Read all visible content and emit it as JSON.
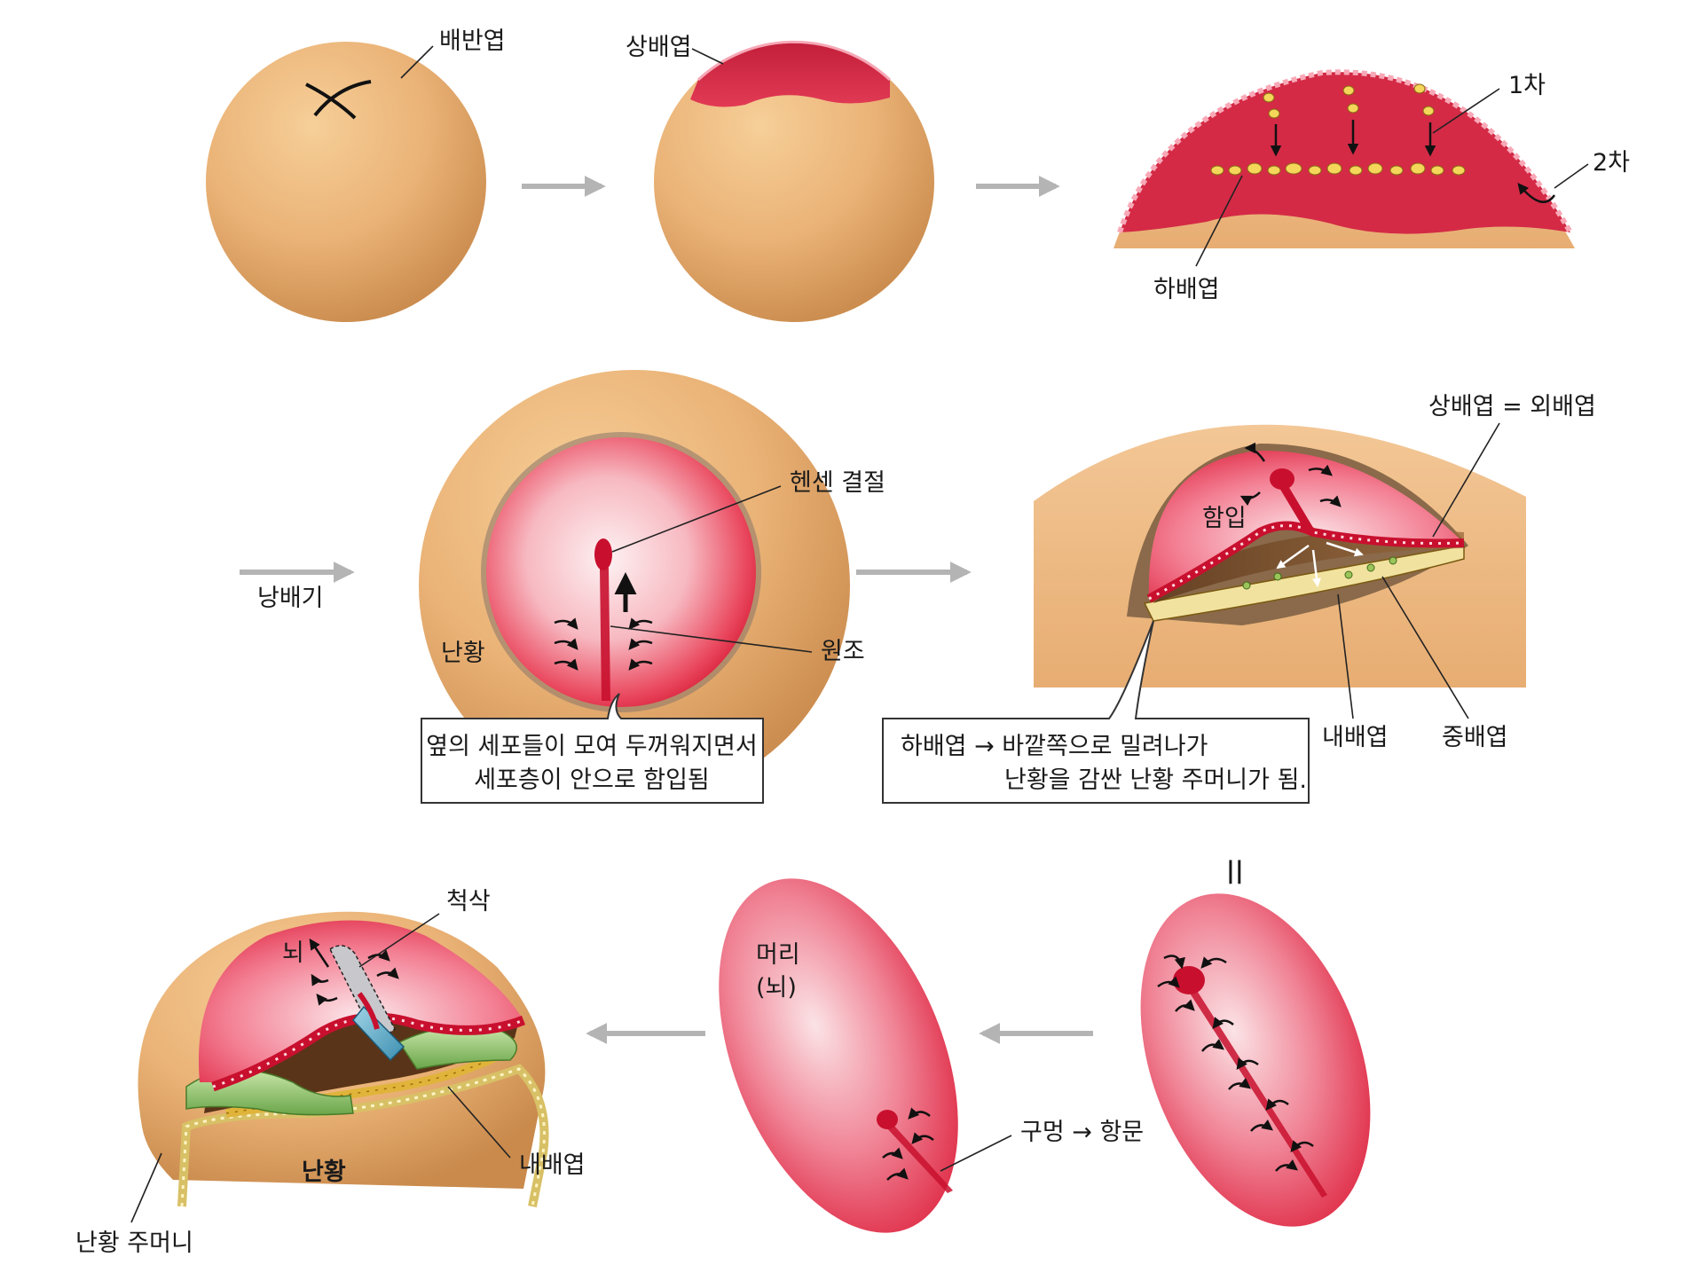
{
  "stage1": {
    "label_epiblast_blastoderm": "배반엽"
  },
  "stage2": {
    "label_epiblast": "상배엽"
  },
  "stage3": {
    "label_primary": "1차",
    "label_secondary": "2차",
    "label_hypoblast": "하배엽"
  },
  "stage4": {
    "label_gastrula": "낭배기",
    "label_hensen": "헨센 결절",
    "label_streak": "원조",
    "label_yolk": "난황",
    "callout_line1": "옆의 세포들이 모여 두꺼워지면서",
    "callout_line2": "세포층이 안으로 함입됨"
  },
  "stage5": {
    "label_ectoderm": "상배엽 = 외배엽",
    "label_invagination": "함입",
    "label_endoderm": "내배엽",
    "label_mesoderm": "중배엽",
    "callout_line1": "하배엽 →  바깥쪽으로 밀려나가",
    "callout_line2": "난황을 감싼 난황 주머니가 됨."
  },
  "stage6": {
    "label_equals": "||",
    "label_mouth": "구멍 → 항문"
  },
  "stage7": {
    "label_head_line1": "머리",
    "label_head_line2": "(뇌)"
  },
  "stage8": {
    "label_notochord": "척삭",
    "label_brain": "뇌",
    "label_yolk": "난황",
    "label_endoderm": "내배엽",
    "label_yolk_sac": "난황 주머니"
  },
  "colors": {
    "yolk": "#eab276",
    "yolk_dark": "#c98a4c",
    "tissue_red": "#e8334d",
    "tissue_pink": "#fbe3e6",
    "cell_yellow": "#f4d65a",
    "green": "#8cc06a",
    "arrow_gray": "#b4b4b4"
  }
}
